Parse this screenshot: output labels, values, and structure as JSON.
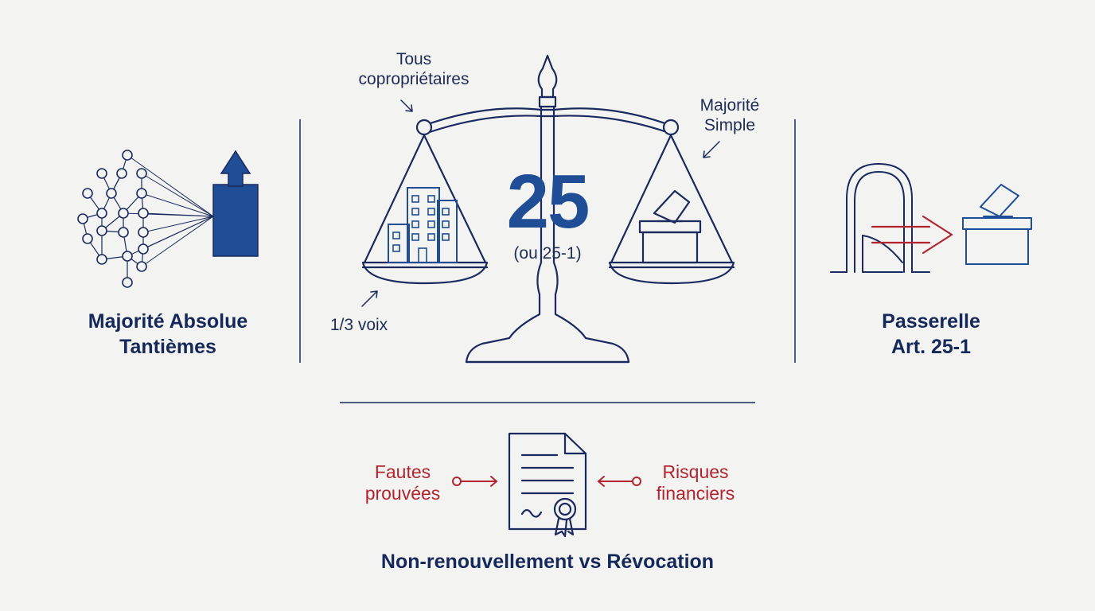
{
  "left_panel": {
    "title_line1": "Majorité Absolue",
    "title_line2": "Tantièmes",
    "icon": "network-arrow-icon"
  },
  "center_panel": {
    "main_number": "25",
    "main_number_sub": "(ou 25-1)",
    "left_pan_note_line1": "Tous",
    "left_pan_note_line2": "copropriétaires",
    "right_pan_note_line1": "Majorité",
    "right_pan_note_line2": "Simple",
    "bottom_left_note": "1/3 voix",
    "icon": "scale-icon"
  },
  "right_panel": {
    "title_line1": "Passerelle",
    "title_line2": "Art. 25-1",
    "icon": "bridge-ballot-icon"
  },
  "bottom_panel": {
    "left_note_line1": "Fautes",
    "left_note_line2": "prouvées",
    "right_note_line1": "Risques",
    "right_note_line2": "financiers",
    "title": "Non-renouvellement vs Révocation",
    "icon": "contract-certificate-icon"
  },
  "colors": {
    "navy": "#1a2a5e",
    "blue": "#1f4e96",
    "red": "#b3242f",
    "background": "#f3f3f2"
  }
}
